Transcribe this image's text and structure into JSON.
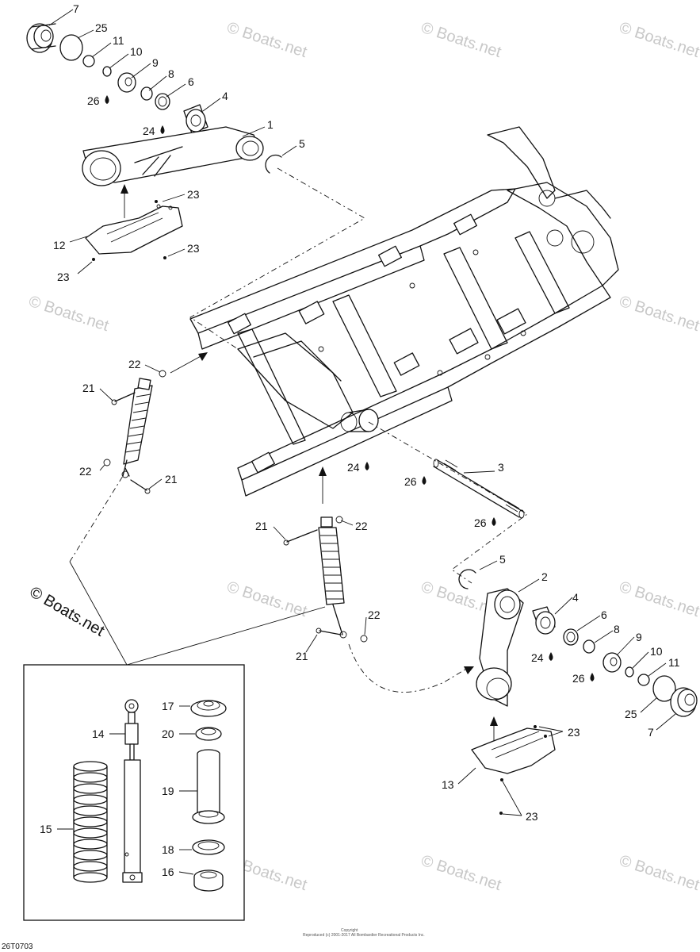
{
  "watermark": {
    "text": "© Boats.net",
    "color": "#c8c8c8"
  },
  "copyright_main": "© Boats.net",
  "footer": {
    "copyright_title": "Copyright",
    "copyright_line": "Reproduced (c) 2001-2017 All Bombardier Recreational Products Inc.",
    "diagram_code": "26T0703"
  },
  "lubricant_symbol": "drop-icon",
  "callouts": {
    "c1": "1",
    "c2": "2",
    "c3": "3",
    "c4a": "4",
    "c4b": "4",
    "c5a": "5",
    "c5b": "5",
    "c6a": "6",
    "c6b": "6",
    "c7a": "7",
    "c7b": "7",
    "c8a": "8",
    "c8b": "8",
    "c9a": "9",
    "c9b": "9",
    "c10a": "10",
    "c10b": "10",
    "c11a": "11",
    "c11b": "11",
    "c12": "12",
    "c13": "13",
    "c14": "14",
    "c15": "15",
    "c16": "16",
    "c17": "17",
    "c18": "18",
    "c19": "19",
    "c20": "20",
    "c21a": "21",
    "c21b": "21",
    "c21c": "21",
    "c21d": "21",
    "c22a": "22",
    "c22b": "22",
    "c22c": "22",
    "c22d": "22",
    "c23a": "23",
    "c23b": "23",
    "c23c": "23",
    "c23d": "23",
    "c23e": "23",
    "c24a": "24",
    "c24b": "24",
    "c24c": "24",
    "c25a": "25",
    "c25b": "25",
    "c26a": "26",
    "c26b": "26",
    "c26c": "26",
    "c26d": "26"
  }
}
